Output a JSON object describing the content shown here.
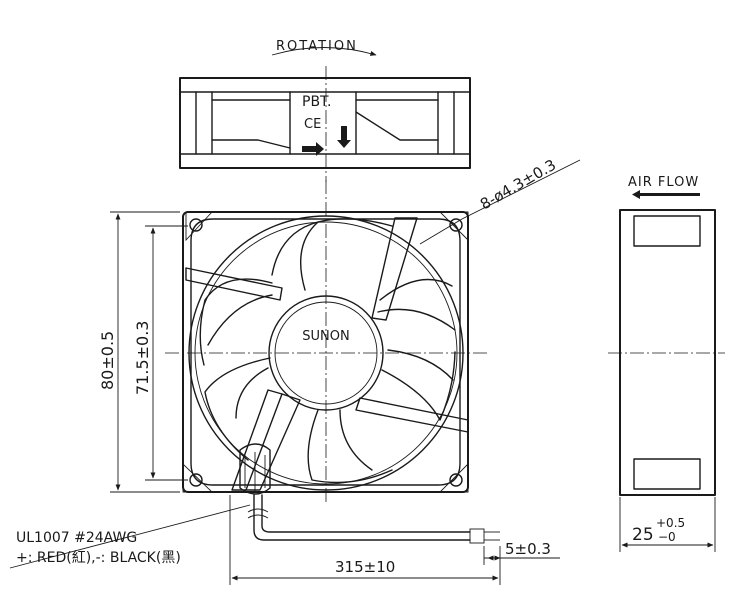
{
  "labels": {
    "rotation": "ROTATION",
    "material": "PBT.",
    "ce_mark": "CE",
    "brand": "SUNON",
    "hole_spec": "8-ø4.3±0.3",
    "air_flow": "AIR FLOW",
    "height_dim": "80±0.5",
    "hole_pitch_dim": "71.5±0.3",
    "wire_spec": "UL1007  #24AWG",
    "wire_colors": "+: RED(紅),-: BLACK(黑)",
    "lead_length_dim": "315±10",
    "strip_length_dim": "5±0.3",
    "thickness_base": "25",
    "thickness_upper": "+0.5",
    "thickness_lower": "−0"
  }
}
